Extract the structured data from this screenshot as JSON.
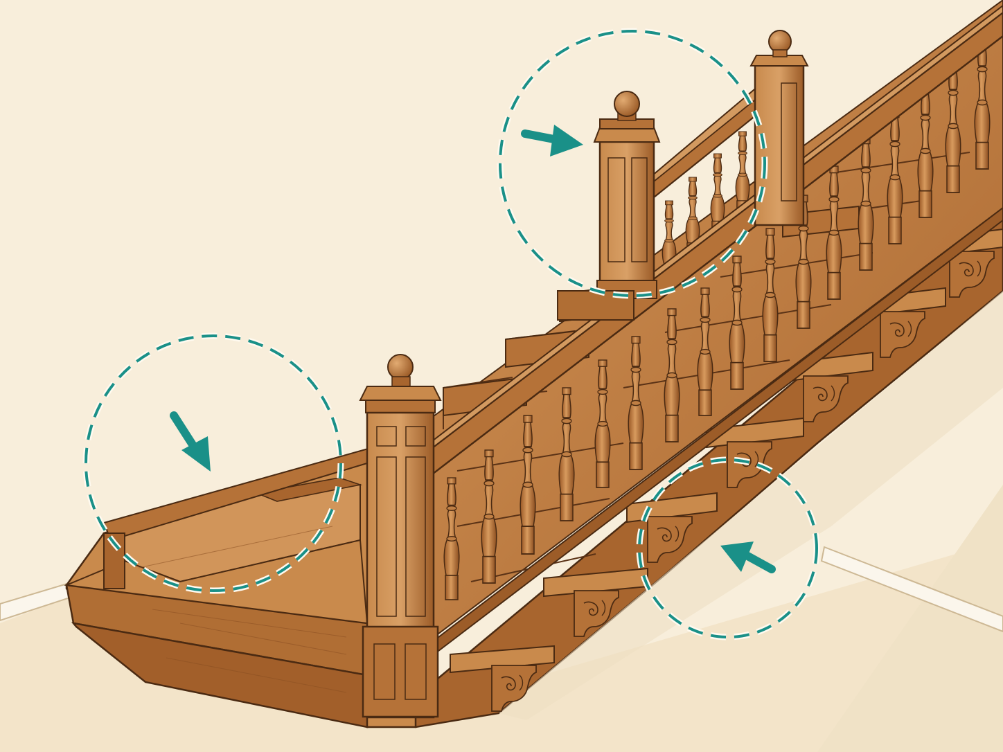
{
  "scene": {
    "subject": "wooden-staircase",
    "colors": {
      "wall": "#f8eedb",
      "floor": "#f2e3c8",
      "baseboard": "#fbf6ec",
      "wood_light": "#c98a4c",
      "wood_mid": "#b06e34",
      "wood_dark": "#8a4f22",
      "outline": "#4a2a12",
      "highlight_teal": "#1a9088",
      "highlight_dash_light": "#fffaf0"
    },
    "highlights": [
      {
        "id": "newel-post-top",
        "icon": "arrow-right-icon"
      },
      {
        "id": "winder-treads",
        "icon": "arrow-down-right-icon"
      },
      {
        "id": "stringer-brackets",
        "icon": "arrow-up-left-icon"
      }
    ]
  }
}
